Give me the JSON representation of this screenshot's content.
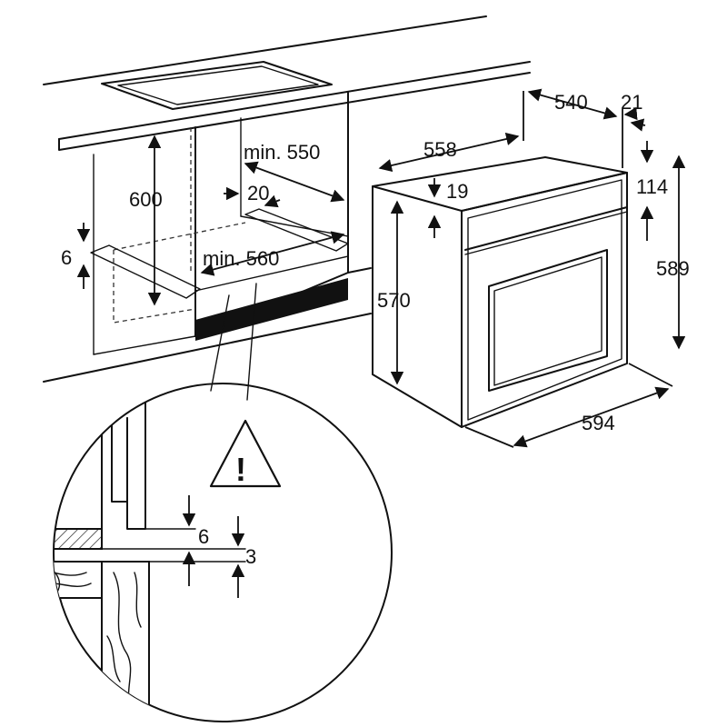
{
  "dimensions": {
    "cab_height": "600",
    "cab_depth_min": "min. 550",
    "cab_offset": "20",
    "cab_gap": "6",
    "cab_width_min": "min. 560",
    "oven_depth_total": "540",
    "oven_front": "21",
    "oven_depth_body": "558",
    "oven_top_step": "19",
    "oven_panel_height": "114",
    "oven_height_total": "589",
    "oven_body_height": "570",
    "oven_width": "594",
    "detail_gap": "6",
    "detail_clearance": "3"
  },
  "warning_icon": {
    "name": "warning-triangle-icon",
    "glyph": "!"
  },
  "colors": {
    "line": "#111111",
    "background": "#ffffff",
    "wood_fill": "#d9d9d9"
  }
}
